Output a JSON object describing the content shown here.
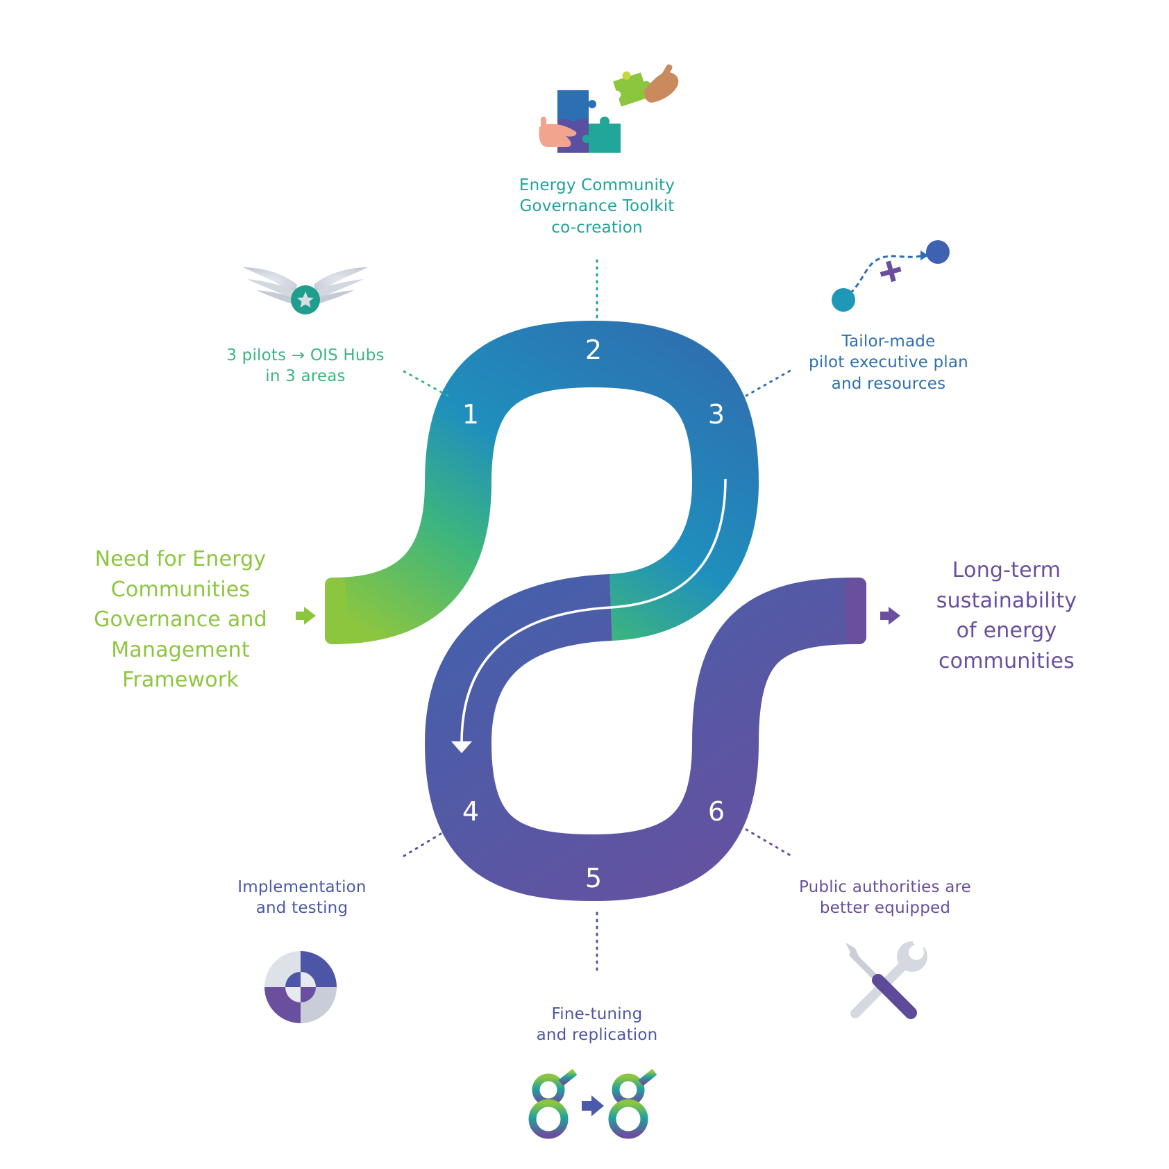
{
  "colors": {
    "green": "#8cc63f",
    "teal": "#1fa39a",
    "blue": "#2e6fb0",
    "indigo": "#4a5aa8",
    "purple": "#6a4f9e",
    "light_gray": "#c9ced8"
  },
  "start": {
    "lines": [
      "Need for Energy",
      "Communities",
      "Governance and",
      "Management",
      "Framework"
    ]
  },
  "end": {
    "lines": [
      "Long-term",
      "sustainability",
      "of energy",
      "communities"
    ]
  },
  "steps": [
    {
      "number": "1",
      "lines": [
        "3 pilots → OIS Hubs",
        "in 3 areas"
      ],
      "icon": "winged-star-icon"
    },
    {
      "number": "2",
      "lines": [
        "Energy Community",
        "Governance Toolkit",
        "co-creation"
      ],
      "icon": "puzzle-hands-icon"
    },
    {
      "number": "3",
      "lines": [
        "Tailor-made",
        "pilot executive plan",
        "and resources"
      ],
      "icon": "route-path-icon"
    },
    {
      "number": "4",
      "lines": [
        "Implementation",
        "and testing"
      ],
      "icon": "target-quadrant-icon"
    },
    {
      "number": "5",
      "lines": [
        "Fine-tuning",
        "and replication"
      ],
      "icon": "replication-icon"
    },
    {
      "number": "6",
      "lines": [
        "Public authorities are",
        "better equipped"
      ],
      "icon": "wrench-screwdriver-icon"
    }
  ]
}
